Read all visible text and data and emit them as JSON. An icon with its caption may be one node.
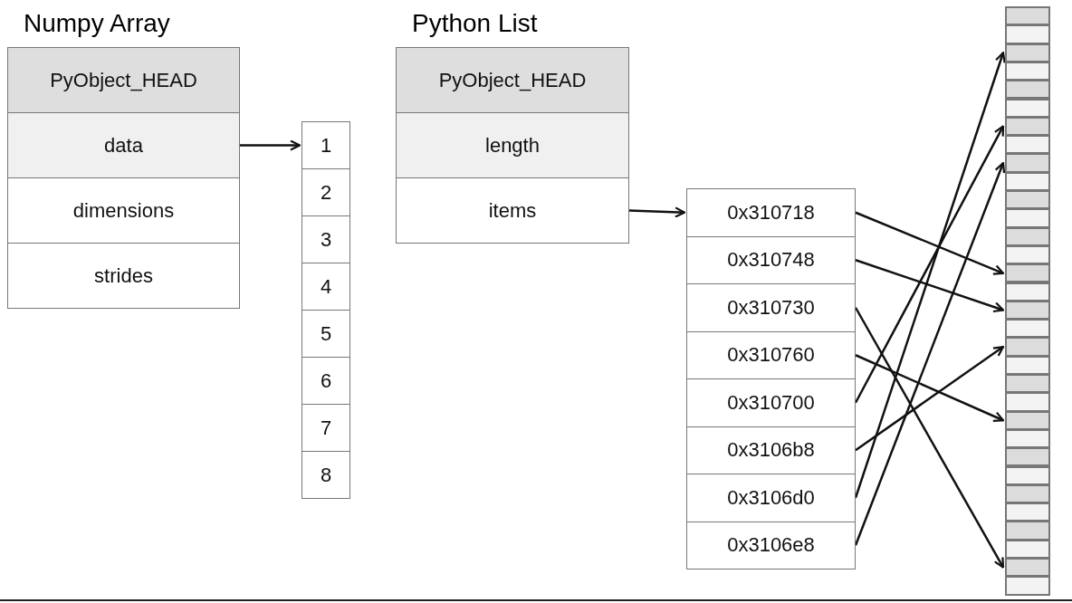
{
  "diagram": {
    "nodes": [
      {
        "text": [
          "Numpy Array"
        ]
      },
      {
        "text": [
          "PyObject_HEAD"
        ],
        "in": 0
      },
      {
        "text": [
          "data"
        ],
        "in": 0
      },
      {
        "text": [
          "dimensions"
        ],
        "in": 0
      },
      {
        "text": [
          "strides"
        ],
        "in": 0
      },
      {
        "text": [
          "1"
        ]
      },
      {
        "text": [
          "2"
        ]
      },
      {
        "text": [
          "3"
        ]
      },
      {
        "text": [
          "4"
        ]
      },
      {
        "text": [
          "5"
        ]
      },
      {
        "text": [
          "6"
        ]
      },
      {
        "text": [
          "7"
        ]
      },
      {
        "text": [
          "8"
        ]
      },
      {
        "text": [
          "Python List"
        ]
      },
      {
        "text": [
          "PyObject_HEAD"
        ],
        "in": 13
      },
      {
        "text": [
          "length"
        ],
        "in": 13
      },
      {
        "text": [
          "items"
        ],
        "in": 13
      },
      {
        "text": [
          "0x310718"
        ]
      },
      {
        "text": [
          "0x310748"
        ]
      },
      {
        "text": [
          "0x310730"
        ]
      },
      {
        "text": [
          "0x310760"
        ]
      },
      {
        "text": [
          "0x310700"
        ]
      },
      {
        "text": [
          "0x3106b8"
        ]
      },
      {
        "text": [
          "0x3106d0"
        ]
      },
      {
        "text": [
          "0x3106e8"
        ]
      },
      {
        "text": [],
        "shape": "box"
      },
      {
        "text": [],
        "shape": "box"
      },
      {
        "text": [],
        "shape": "box"
      },
      {
        "text": [],
        "shape": "box"
      },
      {
        "text": [],
        "shape": "box"
      },
      {
        "text": [],
        "shape": "box"
      },
      {
        "text": [],
        "shape": "box"
      },
      {
        "text": [],
        "shape": "box"
      },
      {
        "text": [],
        "shape": "box"
      },
      {
        "text": [],
        "shape": "box"
      },
      {
        "text": [],
        "shape": "box"
      },
      {
        "text": [],
        "shape": "box"
      },
      {
        "text": [],
        "shape": "box"
      },
      {
        "text": [],
        "shape": "box"
      },
      {
        "text": [],
        "shape": "box"
      },
      {
        "text": [],
        "shape": "box"
      },
      {
        "text": [],
        "shape": "box"
      },
      {
        "text": [],
        "shape": "box"
      },
      {
        "text": [],
        "shape": "box"
      },
      {
        "text": [],
        "shape": "box"
      },
      {
        "text": [],
        "shape": "box"
      },
      {
        "text": [],
        "shape": "box"
      },
      {
        "text": [],
        "shape": "box"
      },
      {
        "text": [],
        "shape": "box"
      },
      {
        "text": [],
        "shape": "box"
      },
      {
        "text": [],
        "shape": "box"
      },
      {
        "text": [],
        "shape": "box"
      },
      {
        "text": [],
        "shape": "box"
      },
      {
        "text": [],
        "shape": "box"
      },
      {
        "text": [],
        "shape": "box"
      },
      {
        "text": [],
        "shape": "box"
      },
      {
        "text": [],
        "shape": "box"
      }
    ],
    "edges": [
      {
        "from": 2,
        "to": 5,
        "arrow": "to"
      },
      {
        "from": 16,
        "to": 17,
        "arrow": "to"
      },
      {
        "from": 17,
        "to": 39,
        "arrow": "to"
      },
      {
        "from": 18,
        "to": 41,
        "arrow": "to"
      },
      {
        "from": 19,
        "to": 55,
        "arrow": "to"
      },
      {
        "from": 20,
        "to": 47,
        "arrow": "to"
      },
      {
        "from": 21,
        "to": 31,
        "arrow": "to"
      },
      {
        "from": 22,
        "to": 43,
        "arrow": "to"
      },
      {
        "from": 23,
        "to": 27,
        "arrow": "to"
      },
      {
        "from": 24,
        "to": 33,
        "arrow": "to"
      }
    ]
  }
}
